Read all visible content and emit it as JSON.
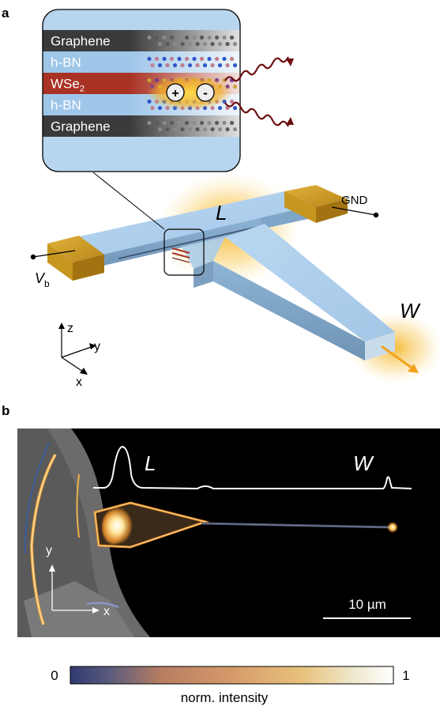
{
  "panel_a": {
    "panel_label": "a",
    "inset_layers": [
      {
        "label": "Graphene",
        "sub": "",
        "kind": "graphene"
      },
      {
        "label": "h-BN",
        "sub": "",
        "kind": "hbn"
      },
      {
        "label": "WSe",
        "sub": "2",
        "kind": "wse2"
      },
      {
        "label": "h-BN",
        "sub": "",
        "kind": "hbn"
      },
      {
        "label": "Graphene",
        "sub": "",
        "kind": "graphene"
      }
    ],
    "exciton_plus": "+",
    "exciton_minus": "-",
    "label_L": "L",
    "label_W": "W",
    "label_gnd": "GND",
    "label_vb": "V",
    "label_vb_sub": "b",
    "axis_z": "z",
    "axis_y": "y",
    "axis_x": "x",
    "colors": {
      "graphene": "#3a3a3a",
      "hbn": "#9ec6e8",
      "wse2": "#a83224",
      "gold": "#c8961e",
      "emission": "#f2b731",
      "photon": "#6e1010"
    }
  },
  "panel_b": {
    "panel_label": "b",
    "label_L": "L",
    "label_W": "W",
    "axis_y": "y",
    "axis_x": "x",
    "scalebar_label": "10 µm"
  },
  "colorbar": {
    "min_label": "0",
    "max_label": "1",
    "title": "norm. intensity",
    "stops": [
      "#3c4a78",
      "#7a6a88",
      "#b87c5e",
      "#d69a66",
      "#e6c27a",
      "#f1ecd2",
      "#ffffff"
    ]
  }
}
